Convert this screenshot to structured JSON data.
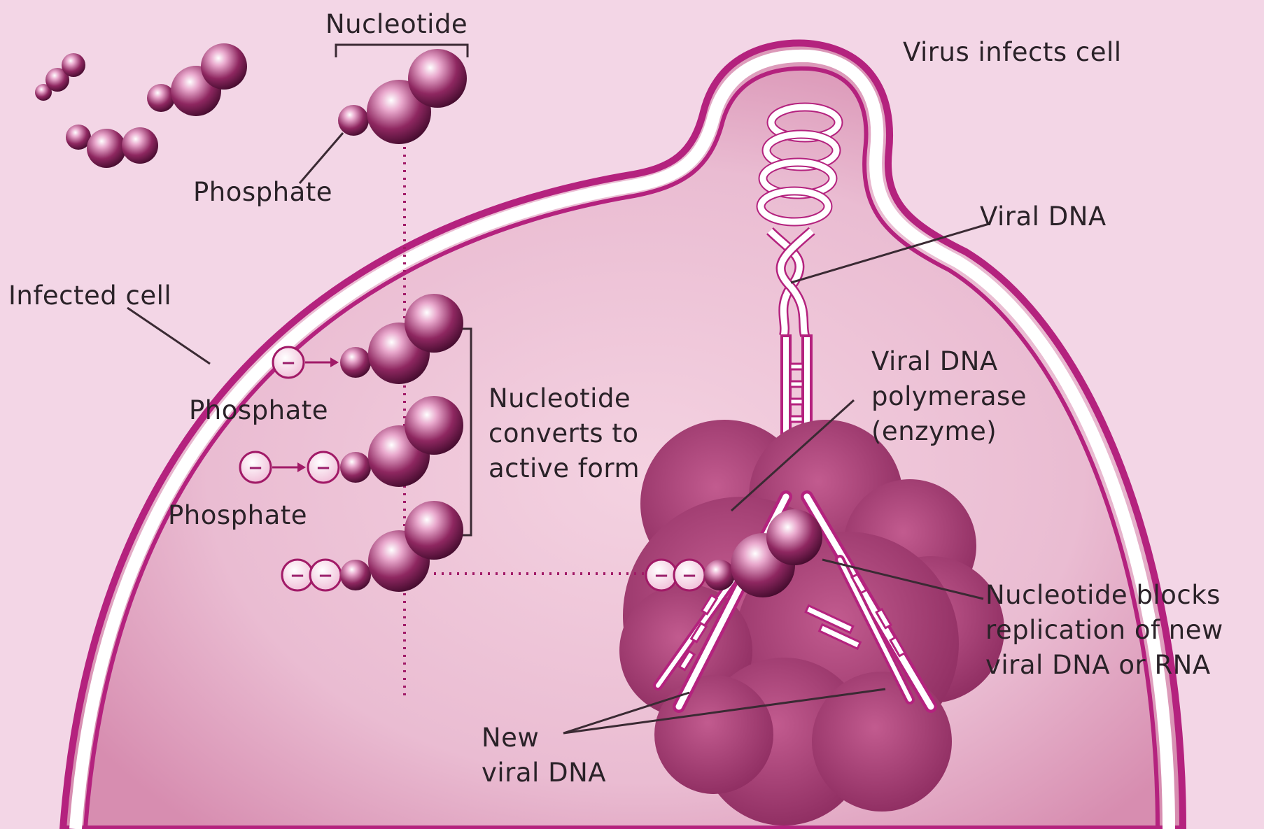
{
  "diagram": {
    "labels": {
      "nucleotide_top": "Nucleotide",
      "virus_infects_cell": "Virus infects cell",
      "phosphate_1": "Phosphate",
      "viral_dna": "Viral DNA",
      "infected_cell": "Infected cell",
      "viral_dna_polymerase": [
        "Viral DNA",
        "polymerase",
        "(enzyme)"
      ],
      "phosphate_2": "Phosphate",
      "nucleotide_converts": [
        "Nucleotide",
        "converts to",
        "active form"
      ],
      "phosphate_3": "Phosphate",
      "nucleotide_blocks": [
        "Nucleotide blocks",
        "replication of new",
        "viral DNA or RNA"
      ],
      "new_viral_dna": [
        "New",
        "viral DNA"
      ]
    },
    "symbols": {
      "phosphate_charge": "−"
    },
    "colors": {
      "background": "#f3d6e6",
      "membrane": "#b4227e",
      "cell_interior": "#e7b3ca",
      "enzyme": "#a63f73",
      "sphere_dark": "#4a0d33",
      "sphere_light": "#ffffff",
      "leader_line": "#3a2a33",
      "dotted_line": "#a11a67"
    }
  }
}
